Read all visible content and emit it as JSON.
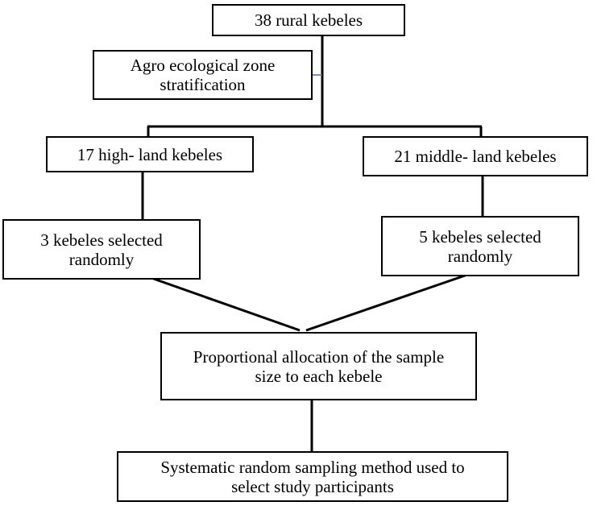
{
  "diagram": {
    "nodes": {
      "root": "38 rural kebeles",
      "stratification": "Agro ecological zone\nstratification",
      "highland": "17 high- land kebeles",
      "middleland": "21 middle- land kebeles",
      "selected_high": "3 kebeles selected\nrandomly",
      "selected_middle": "5 kebeles selected\nrandomly",
      "allocation": "Proportional allocation of the sample\nsize to each kebele",
      "sampling": "Systematic random sampling method used to\nselect  study participants"
    },
    "edges": [
      {
        "from": "root",
        "to": "highland"
      },
      {
        "from": "root",
        "to": "middleland"
      },
      {
        "from": "stratification",
        "to": "root"
      },
      {
        "from": "highland",
        "to": "selected_high"
      },
      {
        "from": "middleland",
        "to": "selected_middle"
      },
      {
        "from": "selected_high",
        "to": "allocation"
      },
      {
        "from": "selected_middle",
        "to": "allocation"
      },
      {
        "from": "allocation",
        "to": "sampling"
      }
    ],
    "colors": {
      "line": "#000000",
      "stratification_link": "#4a6f9e"
    }
  }
}
